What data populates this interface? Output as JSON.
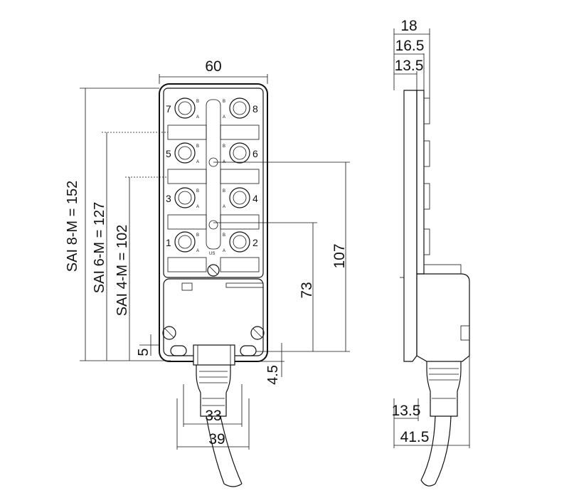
{
  "dimensions": {
    "width_60": "60",
    "depth_18": "18",
    "depth_16_5": "16.5",
    "depth_13_5_top": "13.5",
    "height_107": "107",
    "height_73": "73",
    "offset_5": "5",
    "offset_4_5": "4.5",
    "gland_33": "33",
    "gland_39": "39",
    "side_13_5_bottom": "13.5",
    "side_41_5": "41.5"
  },
  "variants": {
    "sai8": "SAI 8-M = 152",
    "sai6": "SAI 6-M = 127",
    "sai4": "SAI 4-M = 102"
  },
  "ports": [
    "7",
    "8",
    "5",
    "6",
    "3",
    "4",
    "1",
    "2"
  ],
  "led_marks": {
    "b": "B",
    "a": "A",
    "us": "US"
  }
}
